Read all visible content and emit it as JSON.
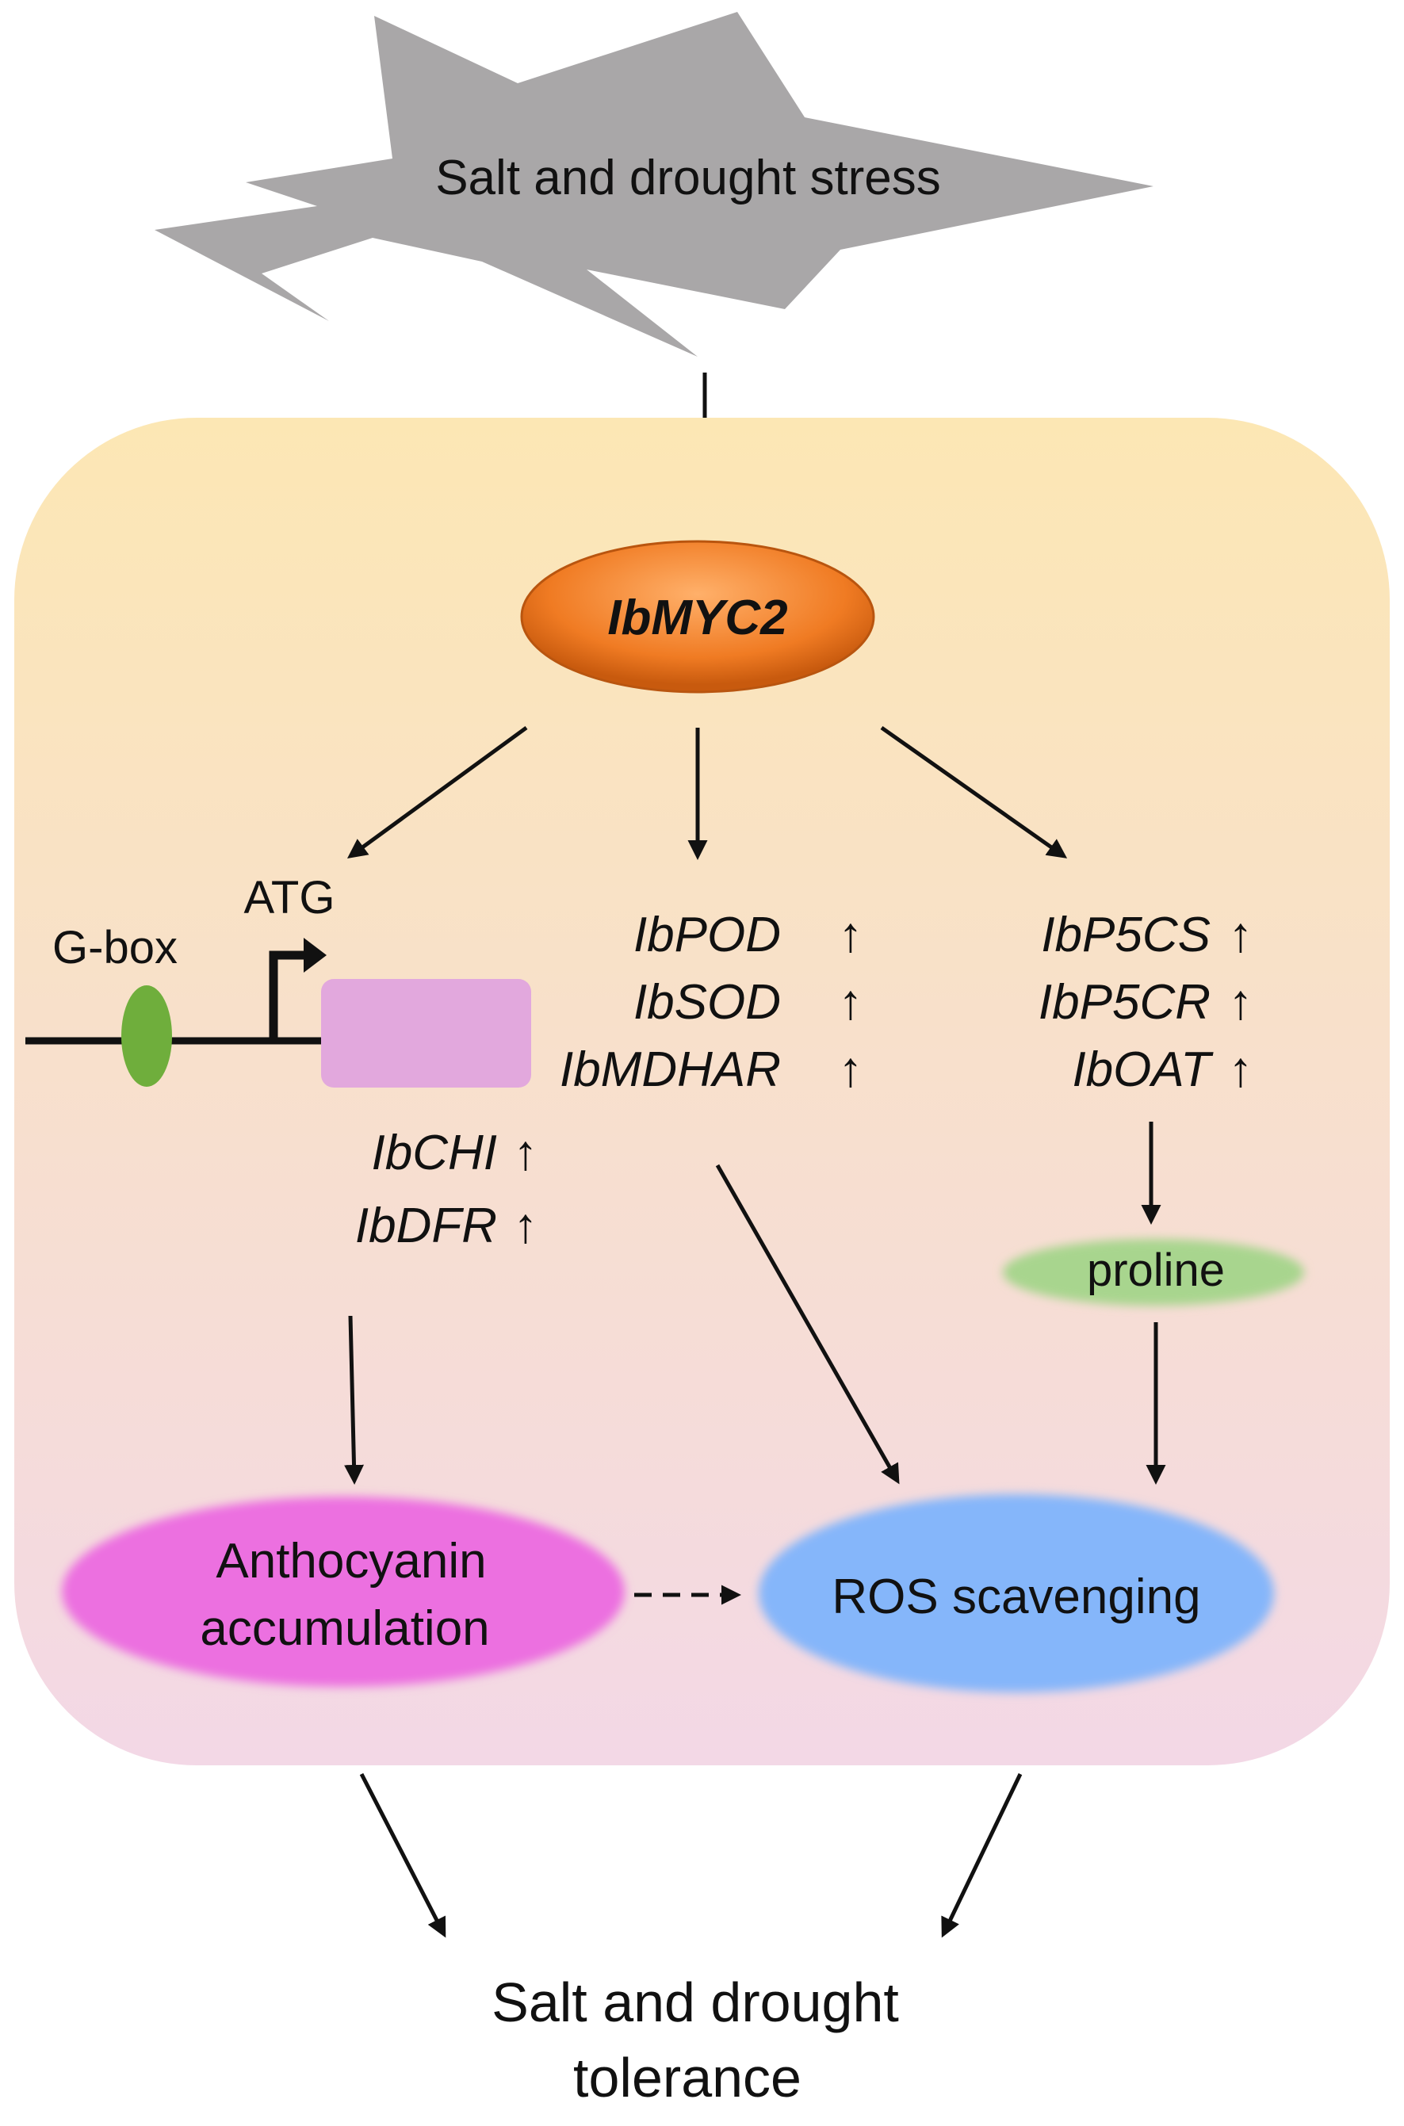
{
  "stress": {
    "label": "Salt and drought stress"
  },
  "regulator": {
    "label": "IbMYC2"
  },
  "promoter": {
    "gbox_label": "G-box",
    "atg_label": "ATG"
  },
  "anthocyanin_genes": [
    {
      "gene": "IbCHI",
      "arrow": "↑"
    },
    {
      "gene": "IbDFR",
      "arrow": "↑"
    }
  ],
  "antioxidant_genes": [
    {
      "gene": "IbPOD",
      "arrow": "↑"
    },
    {
      "gene": "IbSOD",
      "arrow": "↑"
    },
    {
      "gene": "IbMDHAR",
      "arrow": "↑"
    }
  ],
  "proline_genes": [
    {
      "gene": "IbP5CS",
      "arrow": "↑"
    },
    {
      "gene": "IbP5CR",
      "arrow": "↑"
    },
    {
      "gene": "IbOAT",
      "arrow": "↑"
    }
  ],
  "proline": {
    "label": "proline"
  },
  "anthocyanin": {
    "line1": "Anthocyanin",
    "line2": "accumulation"
  },
  "ros": {
    "label": "ROS scavenging"
  },
  "tolerance": {
    "line1": "Salt and drought",
    "line2": "tolerance"
  },
  "colors": {
    "stress_fill": "#a9a7a8",
    "cell_top": "#fce7b4",
    "cell_bottom": "#f3d8e6",
    "regulator_fill": "#f07b23",
    "gbox_fill": "#6fae3c",
    "gene_box_fill": "#e2a8dd",
    "proline_fill": "#a8d58e",
    "anthocyanin_fill": "#ec6fe0",
    "ros_fill": "#85b6fa",
    "arrow": "#111111"
  }
}
